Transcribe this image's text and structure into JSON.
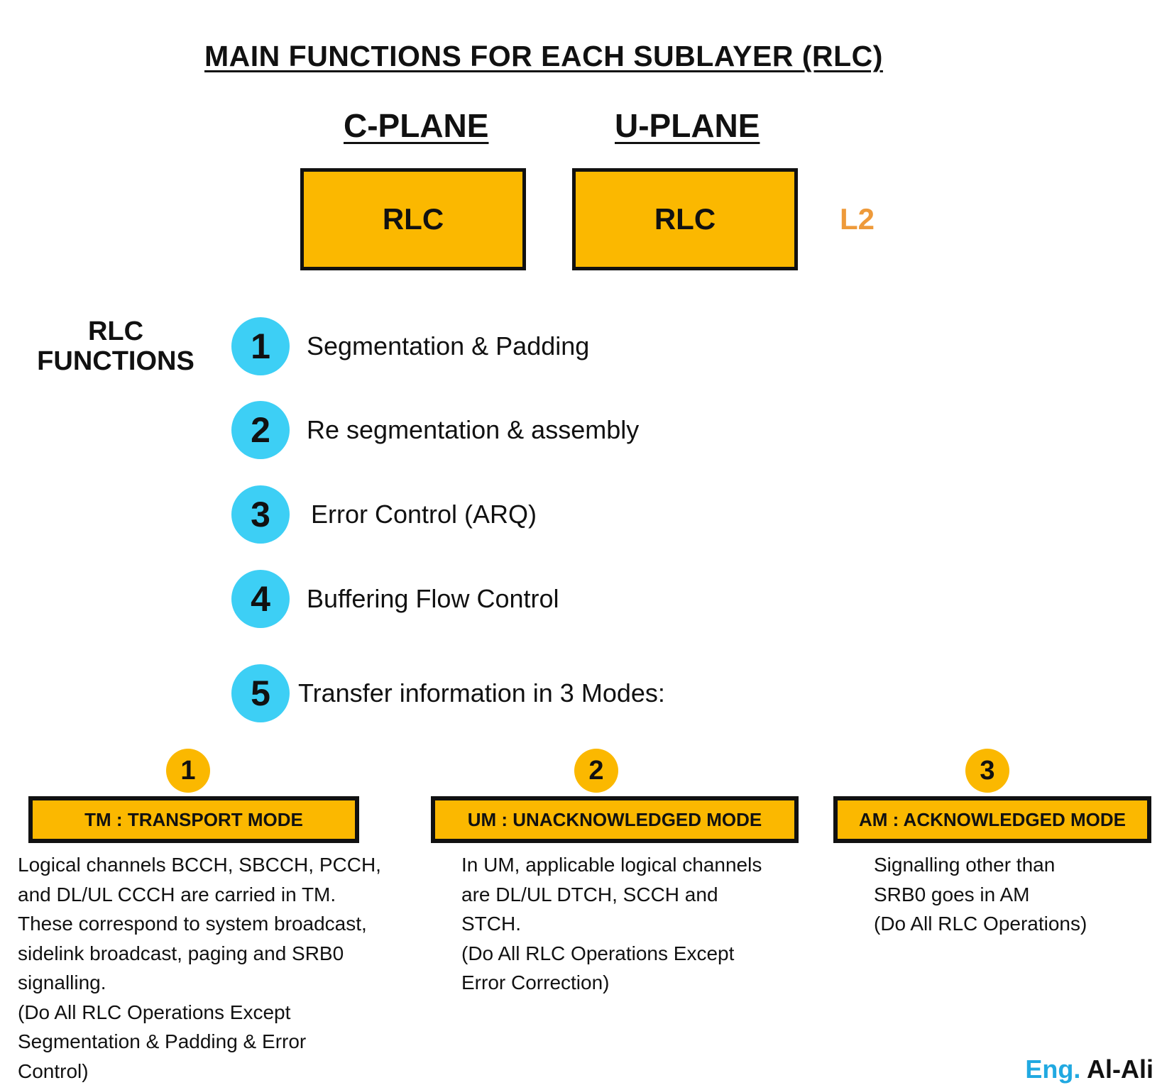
{
  "title": "MAIN FUNCTIONS FOR EACH SUBLAYER (RLC)",
  "planes": {
    "c_plane": {
      "label": "C-PLANE",
      "box": "RLC"
    },
    "u_plane": {
      "label": "U-PLANE",
      "box": "RLC"
    }
  },
  "layer_label": "L2",
  "functions": {
    "heading_line1": "RLC",
    "heading_line2": "FUNCTIONS",
    "items": [
      {
        "number": "1",
        "text": "Segmentation & Padding"
      },
      {
        "number": "2",
        "text": "Re segmentation & assembly"
      },
      {
        "number": "3",
        "text": "Error Control (ARQ)"
      },
      {
        "number": "4",
        "text": "Buffering Flow Control"
      },
      {
        "number": "5",
        "text": "Transfer information in 3 Modes:"
      }
    ]
  },
  "modes": [
    {
      "number": "1",
      "title": "TM : TRANSPORT MODE",
      "lines": [
        "Logical channels BCCH, SBCCH, PCCH,",
        "and DL/UL CCCH are carried in TM.",
        "These correspond to system broadcast,",
        "sidelink broadcast, paging and SRB0",
        "signalling.",
        "(Do All RLC Operations Except",
        "Segmentation & Padding & Error",
        "Control)"
      ]
    },
    {
      "number": "2",
      "title": "UM : UNACKNOWLEDGED MODE",
      "lines": [
        "In UM, applicable logical channels",
        "are DL/UL DTCH, SCCH and",
        "STCH.",
        "(Do All RLC Operations Except",
        "Error Correction)"
      ]
    },
    {
      "number": "3",
      "title": "AM : ACKNOWLEDGED MODE",
      "lines": [
        "Signalling other than",
        "SRB0 goes in AM",
        "(Do All RLC Operations)"
      ]
    }
  ],
  "signature": {
    "prefix": "Eng.",
    "name": "Al-Ali"
  },
  "colors": {
    "box_yellow": "#fbb800",
    "circle_blue": "#3dcff5",
    "l2_orange": "#ee9a3a",
    "signature_blue": "#21a9e1"
  }
}
